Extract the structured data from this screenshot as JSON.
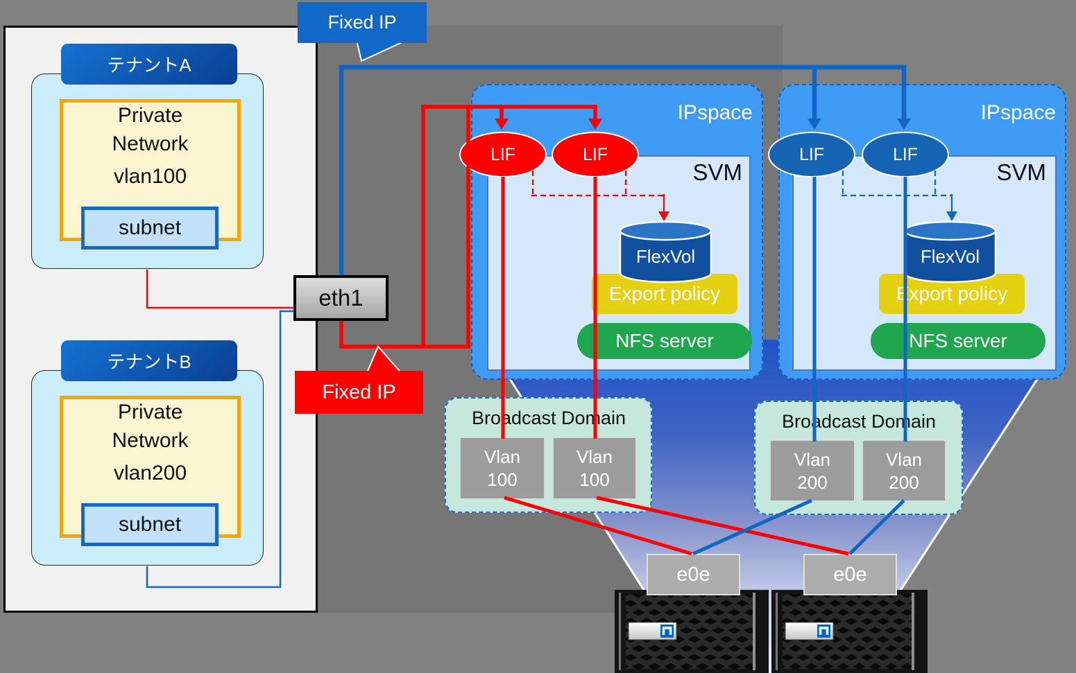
{
  "callouts": {
    "fixed_ip_blue": "Fixed IP",
    "fixed_ip_red": "Fixed IP"
  },
  "tenants": [
    {
      "title": "テナントA",
      "network": [
        "Private",
        "Network",
        "vlan100"
      ],
      "subnet": "subnet"
    },
    {
      "title": "テナントB",
      "network": [
        "Private",
        "Network",
        "vlan200"
      ],
      "subnet": "subnet"
    }
  ],
  "gateway": {
    "label": "eth1"
  },
  "ipspaces": [
    {
      "label": "IPspace",
      "svm_label": "SVM",
      "lifs": [
        "LIF",
        "LIF"
      ],
      "flexvol": "FlexVol",
      "export_policy": "Export policy",
      "nfs_server": "NFS server",
      "accent_color": "#FE0000"
    },
    {
      "label": "IPspace",
      "svm_label": "SVM",
      "lifs": [
        "LIF",
        "LIF"
      ],
      "flexvol": "FlexVol",
      "export_policy": "Export policy",
      "nfs_server": "NFS server",
      "accent_color": "#1065C5"
    }
  ],
  "broadcast_domains": [
    {
      "label": "Broadcast Domain",
      "vlans": [
        {
          "line1": "Vlan",
          "line2": "100"
        },
        {
          "line1": "Vlan",
          "line2": "100"
        }
      ]
    },
    {
      "label": "Broadcast Domain",
      "vlans": [
        {
          "line1": "Vlan",
          "line2": "200"
        },
        {
          "line1": "Vlan",
          "line2": "200"
        }
      ]
    }
  ],
  "ports": [
    {
      "label": "e0e"
    },
    {
      "label": "e0e"
    }
  ],
  "colors": {
    "background": "#818181",
    "panel": "#F1F1F1",
    "ipspace_fill": "#3F9BF4",
    "svm_fill": "#D5E8FB",
    "lif_red": "#FE0000",
    "lif_blue": "#1565B4",
    "flexvol": "#11509E",
    "export_policy": "#E5D012",
    "nfs_server": "#1FA64F",
    "broadcast_domain": "#C5E7DC",
    "vlan_gray": "#9C9C9C",
    "tenant_fill": "#CBEDFA",
    "private_network_fill": "#FCF5D2",
    "private_network_border": "#F5A502",
    "subnet_fill": "#C2E0F8",
    "funnel_top": "#2254C6",
    "funnel_bottom": "#EAEDF9"
  }
}
